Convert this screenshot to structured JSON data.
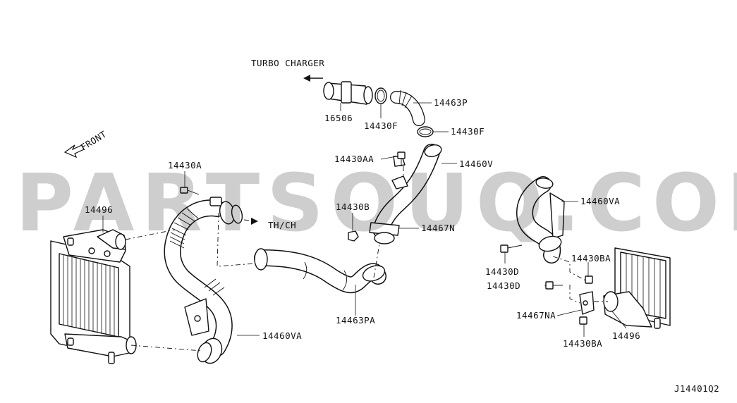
{
  "watermark": "PARTSOUQ.COM",
  "diagram_code": "J14401Q2",
  "directions": {
    "turbo_charger": "TURBO CHARGER",
    "front": "FRONT",
    "throttle": "TH/CH"
  },
  "parts": {
    "p16506": "16506",
    "p14430F_a": "14430F",
    "p14463P": "14463P",
    "p14430F_b": "14430F",
    "p14430AA": "14430AA",
    "p14460V": "14460V",
    "p14430A": "14430A",
    "p14496_left": "14496",
    "p14430B": "14430B",
    "p14467N": "14467N",
    "p14463PA": "14463PA",
    "p14460VA_left": "14460VA",
    "p14460VA_right": "14460VA",
    "p14430D_a": "14430D",
    "p14430D_b": "14430D",
    "p14430BA_a": "14430BA",
    "p14467NA": "14467NA",
    "p14430BA_b": "14430BA",
    "p14496_right": "14496"
  }
}
